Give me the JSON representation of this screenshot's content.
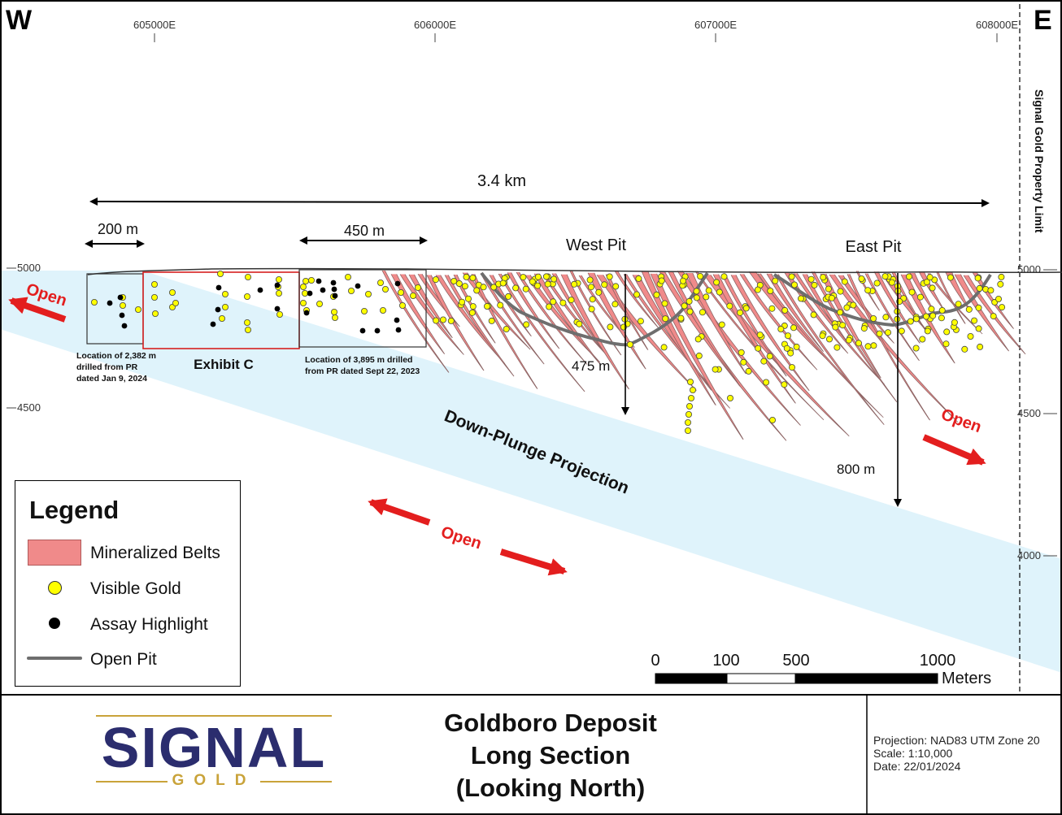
{
  "map": {
    "west_label": "W",
    "east_label": "E",
    "eastings": [
      "605000E",
      "606000E",
      "607000E",
      "608000E"
    ],
    "elevations_left": [
      "5000",
      "4500"
    ],
    "elevations_right": [
      "5000",
      "4500",
      "4000"
    ],
    "property_limit": "Signal Gold Property Limit",
    "span_total": "3.4 km",
    "span_200": "200 m",
    "span_450": "450 m",
    "west_pit": "West Pit",
    "east_pit": "East Pit",
    "depth_475": "475 m",
    "depth_800": "800 m",
    "open_label": "Open",
    "exhibit_c": "Exhibit C",
    "note_jan_1": "Location of 2,382 m",
    "note_jan_2": "drilled from PR",
    "note_jan_3": "dated Jan 9, 2024",
    "note_sept_1": "Location of 3,895 m drilled",
    "note_sept_2": "from PR dated Sept 22, 2023",
    "down_plunge": "Down-Plunge Projection",
    "colors": {
      "belt": "#f08a8a",
      "belt_stroke": "#8c6464",
      "gold": "#ffff00",
      "assay": "#000000",
      "pit": "#6e6e6e",
      "plunge": "#dff3fb",
      "arrow": "#e31e1e"
    }
  },
  "scale_bar": {
    "ticks": [
      "0",
      "100",
      "500",
      "1000"
    ],
    "unit": "Meters"
  },
  "legend": {
    "title": "Legend",
    "items": [
      {
        "label": "Mineralized Belts",
        "symbol": "belt-swatch"
      },
      {
        "label": "Visible Gold",
        "symbol": "yellow-dot"
      },
      {
        "label": "Assay Highlight",
        "symbol": "black-dot"
      },
      {
        "label": "Open Pit",
        "symbol": "gray-line"
      }
    ]
  },
  "title_block": {
    "logo_text": "SIGNAL",
    "logo_sub": "GOLD",
    "title_line1": "Goldboro Deposit",
    "title_line2": "Long Section",
    "title_line3": "(Looking North)",
    "projection": "Projection: NAD83 UTM Zone 20",
    "scale": "Scale: 1:10,000",
    "date": "Date: 22/01/2024"
  }
}
